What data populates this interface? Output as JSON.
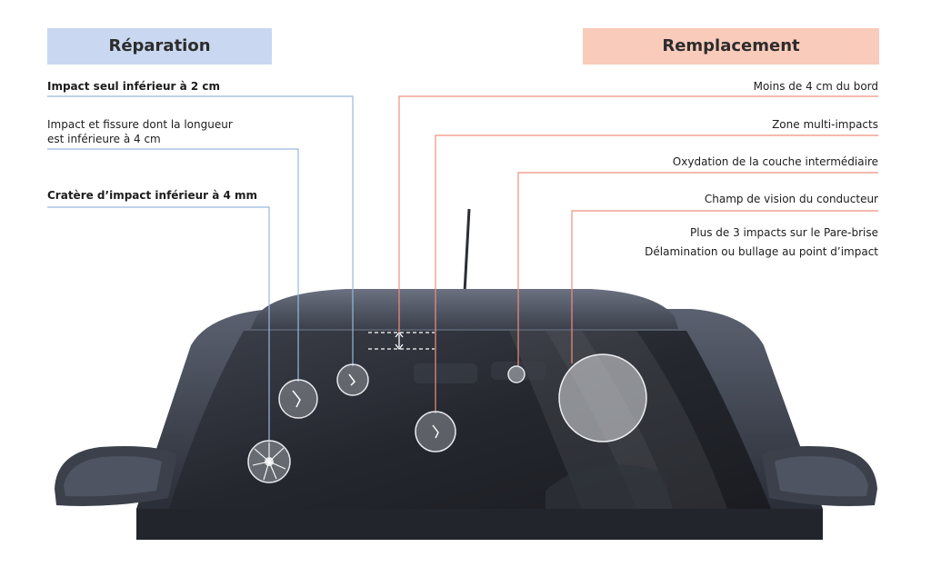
{
  "reparation": {
    "title": "Réparation",
    "items": [
      "Impact seul inférieur à 2 cm",
      "Impact et fissure dont la longueur",
      "est inférieure à 4 cm",
      "Cratère d’impact inférieur à 4 mm"
    ]
  },
  "remplacement": {
    "title": "Remplacement",
    "items": [
      "Moins de 4 cm du bord",
      "Zone multi-impacts",
      "Oxydation de la couche intermédiaire",
      "Champ de vision du conducteur",
      "Plus de 3 impacts sur le Pare-brise",
      "Délamination ou bullage au point d’impact"
    ]
  },
  "colors": {
    "reparation_accent": "#c9d8f0",
    "reparation_line": "#9ab6e0",
    "remplacement_accent": "#f9cbbb",
    "remplacement_line": "#f08f7d",
    "car_body": "#3d4350"
  }
}
